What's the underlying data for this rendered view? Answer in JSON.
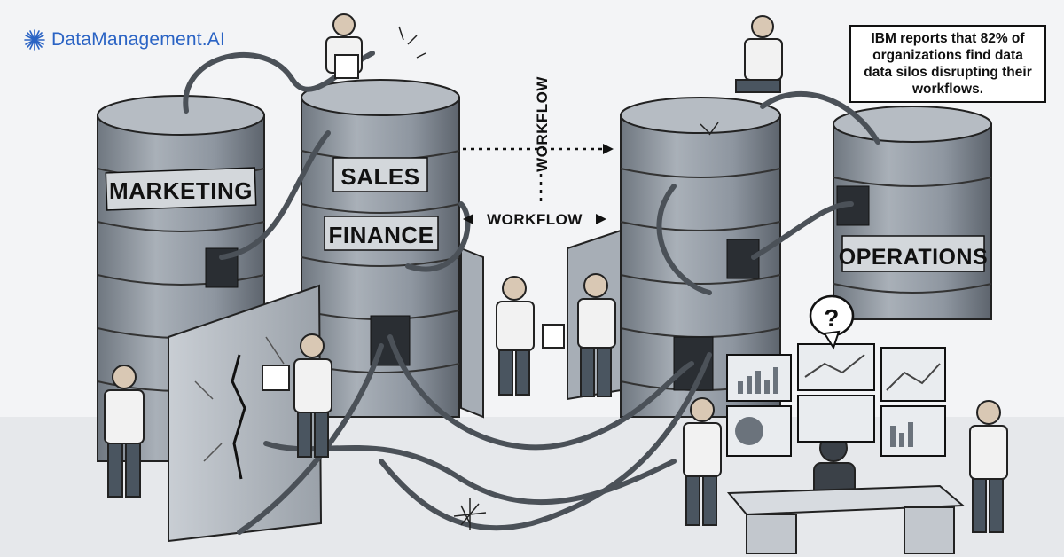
{
  "brand": {
    "name": "DataManagement.AI"
  },
  "callout": {
    "text": "IBM reports that 82% of organizations find data data silos disrupting their workflows."
  },
  "silos": {
    "marketing": "MARKETING",
    "sales": "SALES",
    "finance": "FINANCE",
    "operations": "OPERATIONS"
  },
  "workflow": {
    "vertical": "WORKFLOW",
    "horizontal": "WORKFLOW"
  },
  "question_mark": "?",
  "palette": {
    "ink": "#111111",
    "silo": "#8e96a0",
    "silo_dark": "#5d646d",
    "brand": "#2a63c4"
  }
}
